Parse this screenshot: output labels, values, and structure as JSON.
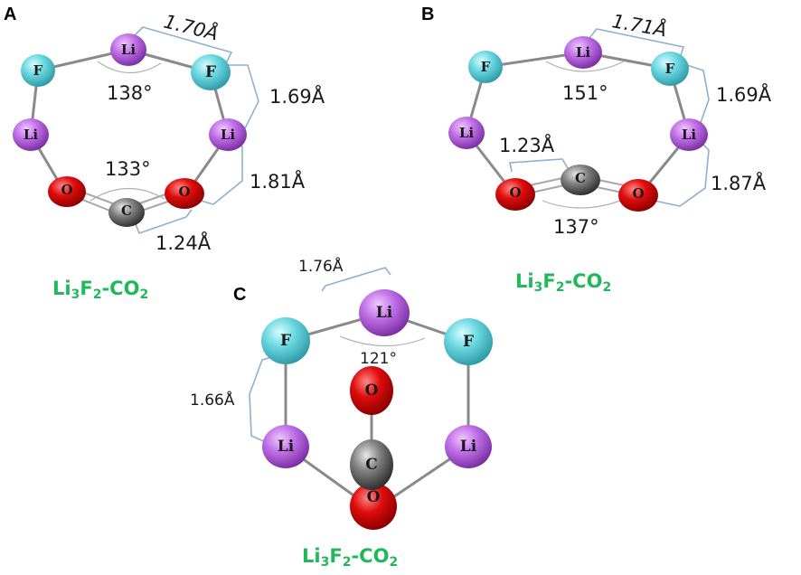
{
  "colors": {
    "lithium": "#b05ad6",
    "fluorine": "#62d6dc",
    "oxygen": "#e00c0c",
    "carbon": "#7a7a7a",
    "formula": "#1fb85a",
    "bracket": "#8fb0cc"
  },
  "panels": [
    {
      "letter": "A",
      "formula": {
        "main": "Li",
        "sub1": "3",
        "mid": "F",
        "sub2": "2",
        "tail": "-CO",
        "sub3": "2"
      },
      "measurements": {
        "li_f_top": "1.70Å",
        "f_li_right": "1.69Å",
        "angle_top": "138°",
        "angle_oco": "133°",
        "li_o": "1.81Å",
        "c_o": "1.24Å"
      }
    },
    {
      "letter": "B",
      "formula": {
        "main": "Li",
        "sub1": "3",
        "mid": "F",
        "sub2": "2",
        "tail": "-CO",
        "sub3": "2"
      },
      "measurements": {
        "li_f_top": "1.71Å",
        "f_li_right": "1.69Å",
        "angle_top": "151°",
        "c_o": "1.23Å",
        "li_o": "1.87Å",
        "angle_oco": "137°"
      }
    },
    {
      "letter": "C",
      "formula": {
        "main": "Li",
        "sub1": "3",
        "mid": "F",
        "sub2": "2",
        "tail": "-CO",
        "sub3": "2"
      },
      "measurements": {
        "li_f_top": "1.76Å",
        "f_li_left": "1.66Å",
        "angle_top": "121°"
      }
    }
  ],
  "atoms": {
    "li": "Li",
    "f": "F",
    "o": "O",
    "c": "C"
  }
}
